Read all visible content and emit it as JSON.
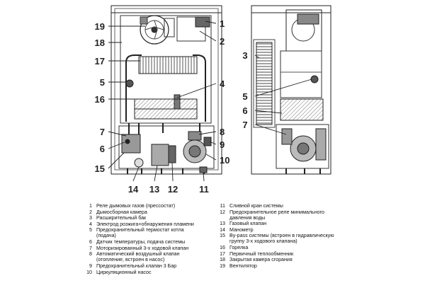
{
  "callouts": {
    "c1": "1",
    "c2": "2",
    "c3": "3",
    "c4": "4",
    "c5": "5",
    "c6": "6",
    "c7": "7",
    "c8": "8",
    "c9": "9",
    "c10": "10",
    "c11": "11",
    "c12": "12",
    "c13": "13",
    "c14": "14",
    "c15": "15",
    "c16": "16",
    "c17": "17",
    "c18": "18",
    "c19": "19",
    "side3": "3",
    "side5": "5",
    "side6": "6",
    "side7": "7"
  },
  "legend": {
    "left": [
      {
        "num": "1",
        "text": "Реле дымовых газов (прессостат)"
      },
      {
        "num": "2",
        "text": "Дымосборная камера"
      },
      {
        "num": "3",
        "text": "Расширительный бак"
      },
      {
        "num": "4",
        "text": "Электрод розжига+обнаружения пламени"
      },
      {
        "num": "5",
        "text": "Предохранительный термостат котла (подача)"
      },
      {
        "num": "6",
        "text": "Датчик температуры, подача системы"
      },
      {
        "num": "7",
        "text": "Моторизированный 3-х ходовой клапан"
      },
      {
        "num": "8",
        "text": "Автоматический воздушный клапан (отопление, встроен в насос)"
      },
      {
        "num": "9",
        "text": "Предохранительный клапан 3 Бар"
      },
      {
        "num": "10",
        "text": "Циркуляционный насос"
      }
    ],
    "right": [
      {
        "num": "11",
        "text": "Сливной кран системы"
      },
      {
        "num": "12",
        "text": "Предохранительное реле минимального давления воды"
      },
      {
        "num": "13",
        "text": "Газовый клапан"
      },
      {
        "num": "14",
        "text": "Манометр"
      },
      {
        "num": "15",
        "text": "By-pass системы (встроен в гидравлическую группу 3-х ходового клапана)"
      },
      {
        "num": "16",
        "text": "Горелка"
      },
      {
        "num": "17",
        "text": "Первичный теплообменник"
      },
      {
        "num": "18",
        "text": "Закрытая камера сгорания"
      },
      {
        "num": "19",
        "text": "Вентилятор"
      }
    ]
  }
}
